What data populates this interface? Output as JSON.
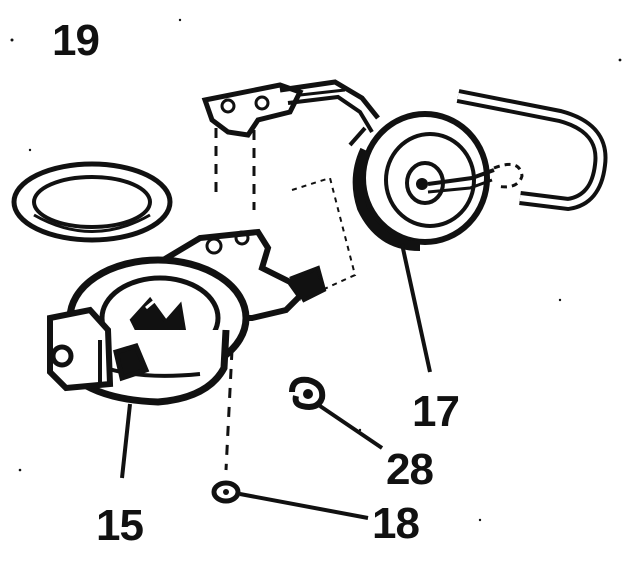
{
  "colors": {
    "ink": "#111111",
    "paper": "#ffffff"
  },
  "labels": {
    "part_19": "19",
    "part_17": "17",
    "part_28": "28",
    "part_15": "15",
    "part_18": "18"
  }
}
